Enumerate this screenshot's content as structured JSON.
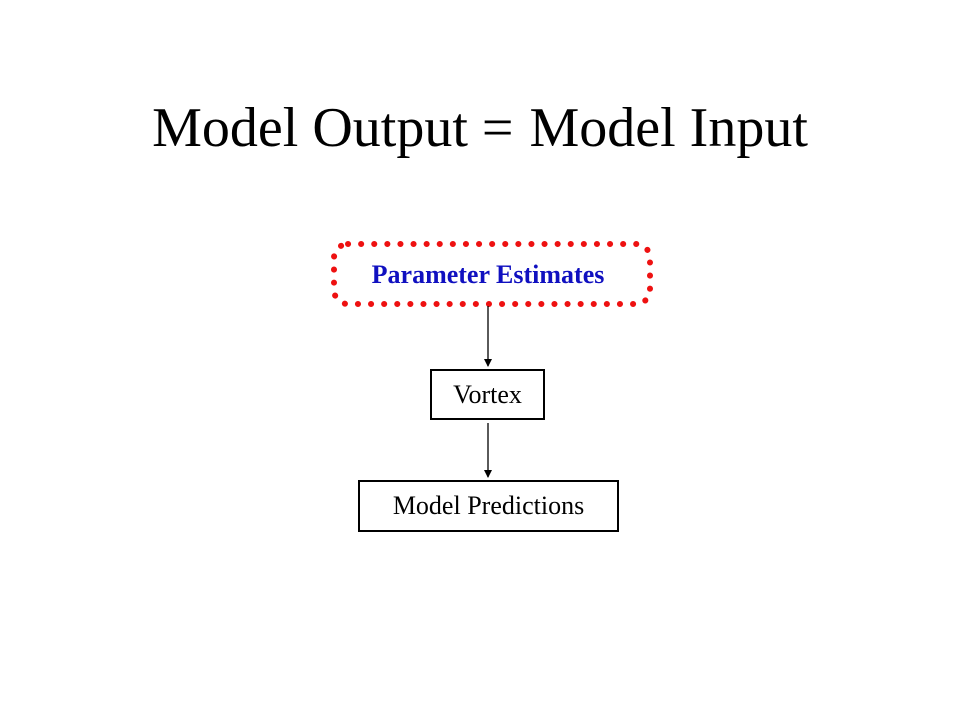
{
  "title": {
    "left": "Model Output",
    "equals": "=",
    "right": "Model Input"
  },
  "diagram": {
    "nodes": [
      {
        "id": "parameter-estimates",
        "label": "Parameter Estimates",
        "style": "dotted-highlight"
      },
      {
        "id": "vortex",
        "label": "Vortex",
        "style": "box"
      },
      {
        "id": "model-predictions",
        "label": "Model Predictions",
        "style": "box"
      }
    ],
    "edges": [
      {
        "from": "parameter-estimates",
        "to": "vortex"
      },
      {
        "from": "vortex",
        "to": "model-predictions"
      }
    ]
  },
  "colors": {
    "highlight_text": "#1010c0",
    "highlight_border": "#ee1111",
    "box_border": "#000000",
    "text": "#000000"
  }
}
